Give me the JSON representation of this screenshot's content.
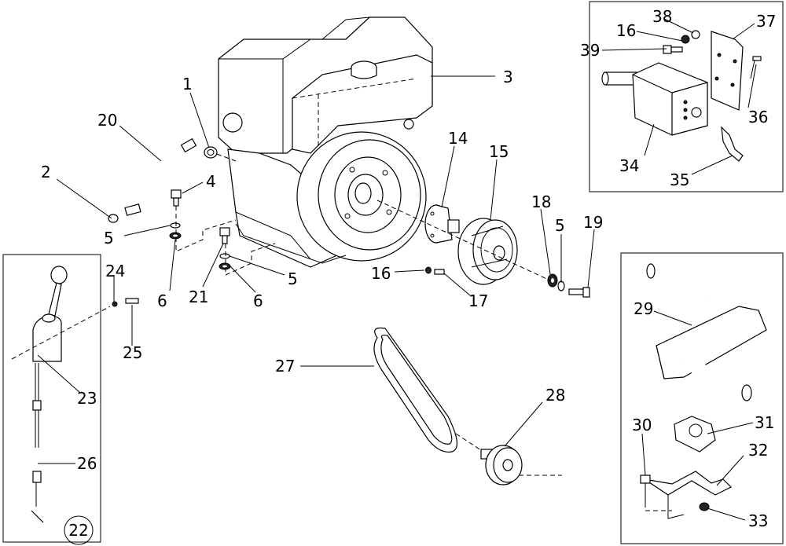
{
  "labels": {
    "l1": "1",
    "l2": "2",
    "l3": "3",
    "l4": "4",
    "l5a": "5",
    "l5b": "5",
    "l5c": "5",
    "l6a": "6",
    "l6b": "6",
    "l14": "14",
    "l15": "15",
    "l16a": "16",
    "l16b": "16",
    "l17": "17",
    "l18": "18",
    "l19": "19",
    "l20": "20",
    "l21": "21",
    "l22": "22",
    "l23": "23",
    "l24": "24",
    "l25": "25",
    "l26": "26",
    "l27": "27",
    "l28": "28",
    "l29": "29",
    "l30": "30",
    "l31": "31",
    "l32": "32",
    "l33": "33",
    "l34": "34",
    "l35": "35",
    "l36": "36",
    "l37": "37",
    "l38": "38",
    "l39": "39"
  }
}
